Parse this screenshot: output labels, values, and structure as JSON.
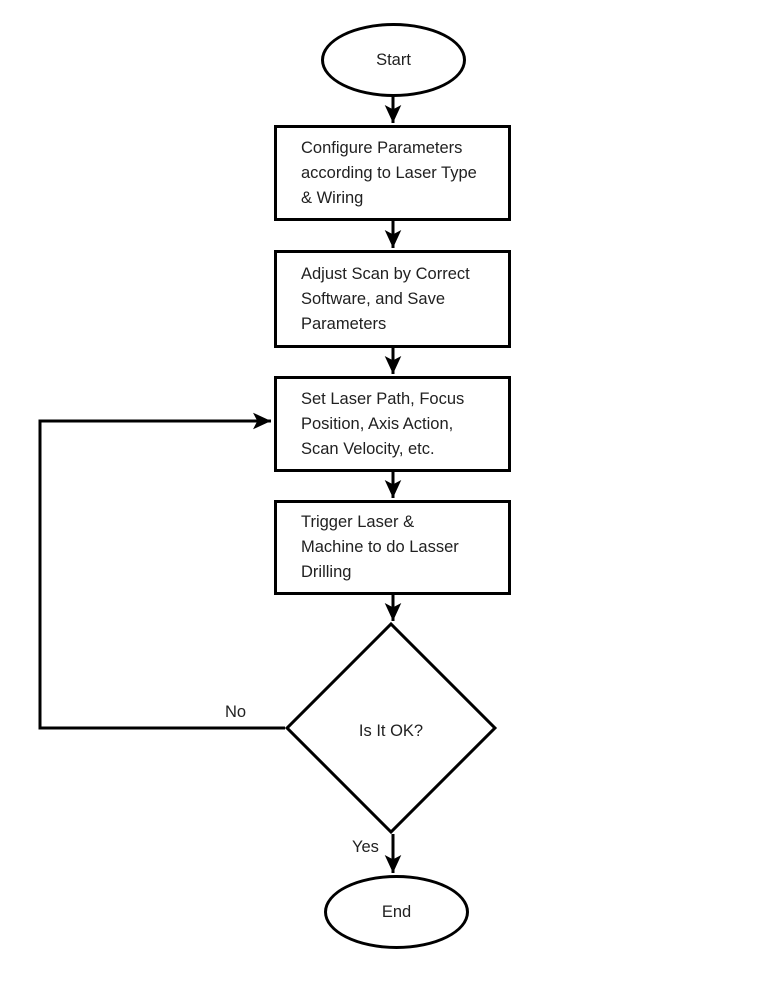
{
  "page": {
    "background_color": "#ffffff",
    "stroke_color": "#000000",
    "text_color": "#212121"
  },
  "flowchart": {
    "type": "flowchart",
    "nodes": [
      {
        "id": "start",
        "shape": "terminator",
        "label": "Start"
      },
      {
        "id": "configure",
        "shape": "process",
        "label": "Configure Parameters\naccording to Laser Type\n& Wiring"
      },
      {
        "id": "adjust",
        "shape": "process",
        "label": "Adjust Scan by Correct\nSoftware, and Save\nParameters"
      },
      {
        "id": "set-path",
        "shape": "process",
        "label": "Set Laser Path, Focus\nPosition, Axis Action,\nScan Velocity, etc."
      },
      {
        "id": "trigger",
        "shape": "process",
        "label": "Trigger Laser &\nMachine to do Lasser\nDrilling"
      },
      {
        "id": "decision",
        "shape": "decision",
        "label": "Is It OK?"
      },
      {
        "id": "end",
        "shape": "terminator",
        "label": "End"
      }
    ],
    "edge_labels": {
      "no": "No",
      "yes": "Yes"
    }
  }
}
